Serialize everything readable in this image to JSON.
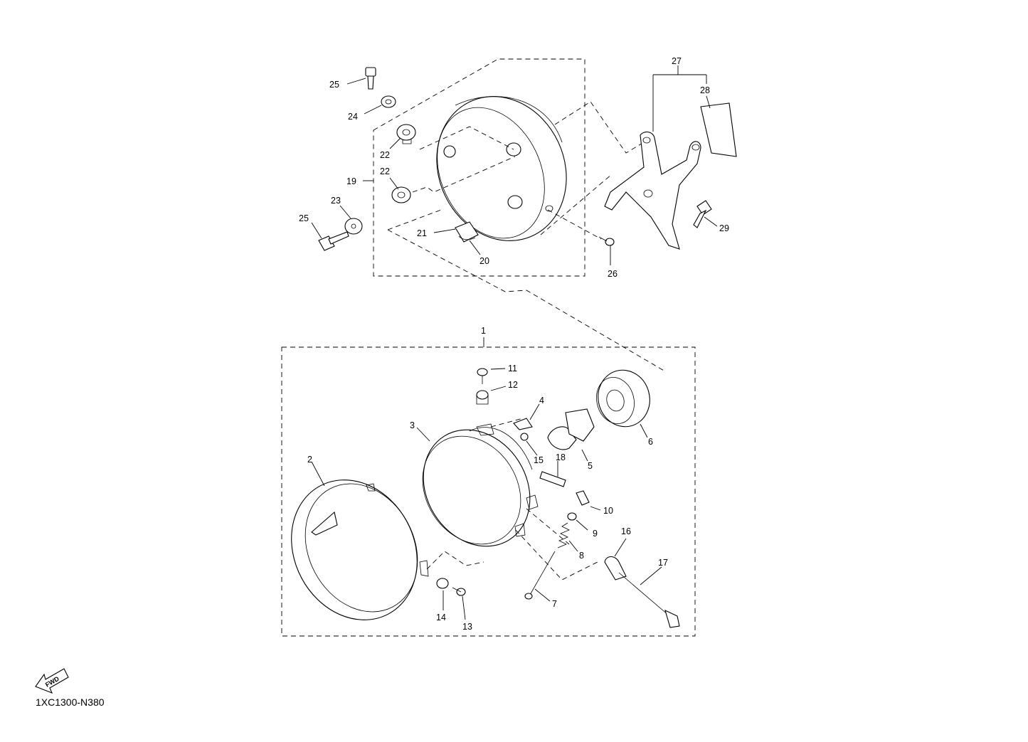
{
  "diagram": {
    "drawing_code": "1XC1300-N380",
    "direction_label": "FWD",
    "callouts": [
      "1",
      "2",
      "3",
      "4",
      "5",
      "6",
      "7",
      "8",
      "9",
      "10",
      "11",
      "12",
      "13",
      "14",
      "15",
      "16",
      "17",
      "18",
      "19",
      "20",
      "21",
      "22",
      "22",
      "23",
      "24",
      "25",
      "25",
      "26",
      "27",
      "28",
      "29"
    ]
  }
}
